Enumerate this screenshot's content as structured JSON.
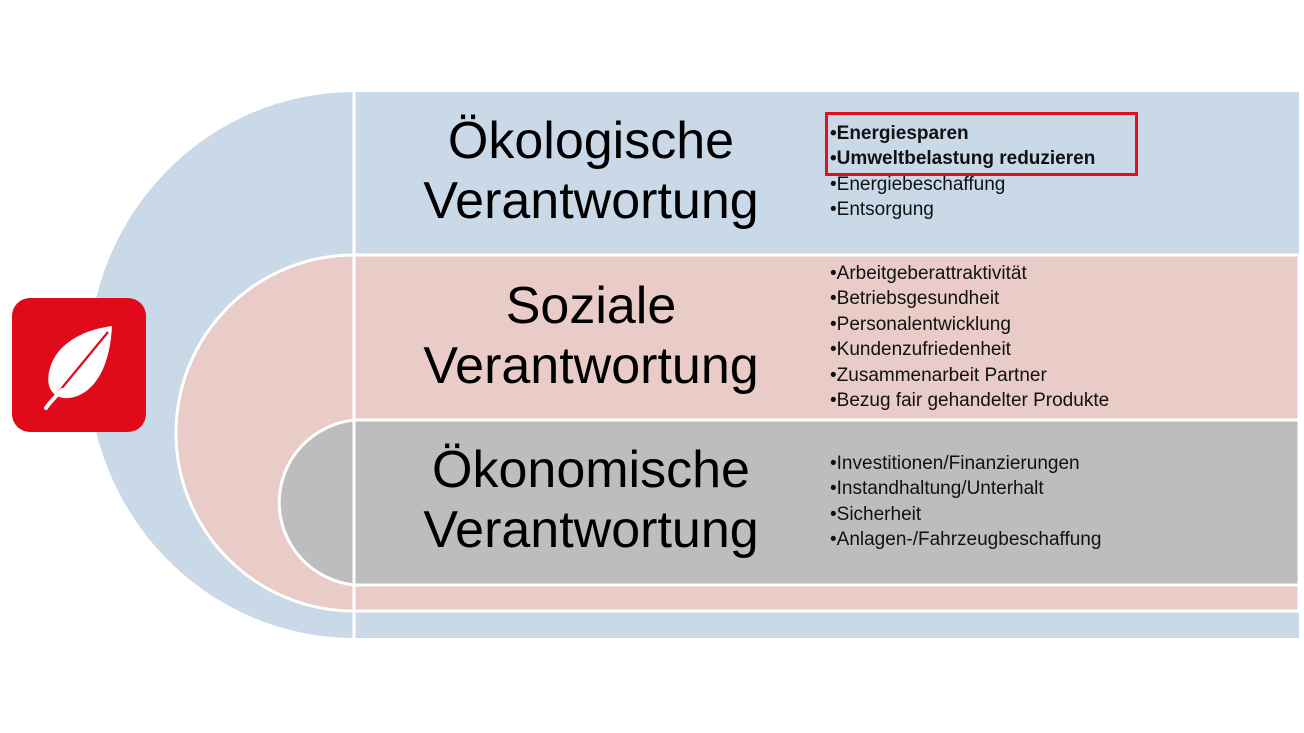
{
  "colors": {
    "ecology_band": "#c9d9e8",
    "social_band": "#e9cbc7",
    "economy_band": "#bdbdbd",
    "divider": "#ffffff",
    "highlight": "#e0101f",
    "icon_tile": "#e00a1a",
    "icon_glyph": "#ffffff"
  },
  "icon": {
    "name": "leaf-icon"
  },
  "sections": [
    {
      "id": "ecology",
      "heading_line1": "Ökologische",
      "heading_line2": "Verantwortung",
      "items": [
        {
          "text": "•Energiesparen",
          "bold": true,
          "highlighted": true
        },
        {
          "text": "•Umweltbelastung reduzieren",
          "bold": true,
          "highlighted": true
        },
        {
          "text": "•Energiebeschaffung",
          "bold": false,
          "highlighted": false
        },
        {
          "text": "•Entsorgung",
          "bold": false,
          "highlighted": false
        }
      ]
    },
    {
      "id": "social",
      "heading_line1": "Soziale",
      "heading_line2": "Verantwortung",
      "items": [
        {
          "text": "•Arbeitgeberattraktivität"
        },
        {
          "text": "•Betriebsgesundheit"
        },
        {
          "text": "•Personalentwicklung"
        },
        {
          "text": "•Kundenzufriedenheit"
        },
        {
          "text": "•Zusammenarbeit Partner"
        },
        {
          "text": "•Bezug fair gehandelter Produkte"
        }
      ]
    },
    {
      "id": "economy",
      "heading_line1": "Ökonomische",
      "heading_line2": "Verantwortung",
      "items": [
        {
          "text": "•Investitionen/Finanzierungen"
        },
        {
          "text": "•Instandhaltung/Unterhalt"
        },
        {
          "text": "•Sicherheit"
        },
        {
          "text": "•Anlagen-/Fahrzeugbeschaffung"
        }
      ]
    }
  ]
}
